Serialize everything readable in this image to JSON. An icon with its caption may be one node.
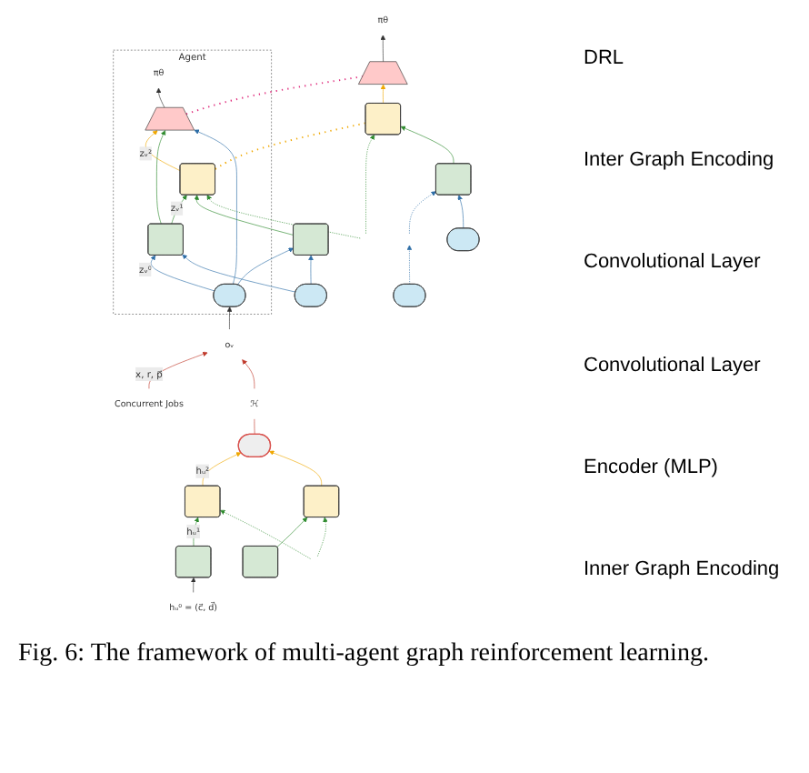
{
  "diagram": {
    "caption": "Fig. 6: The framework of multi-agent graph reinforcement learning.",
    "nodes": [
      {
        "text": [
          "Agent"
        ]
      },
      {
        "text": [
          "πθ"
        ],
        "in": 0
      },
      {
        "text": [],
        "shape": "trapezoid",
        "in": 0
      },
      {
        "text": [],
        "shape": "box",
        "in": 0
      },
      {
        "text": [],
        "shape": "box",
        "in": 0
      },
      {
        "text": [],
        "shape": "circle",
        "in": 0
      },
      {
        "text": [
          "oᵥ"
        ]
      },
      {
        "text": [
          "πθ"
        ]
      },
      {
        "text": [],
        "shape": "trapezoid"
      },
      {
        "text": [],
        "shape": "box"
      },
      {
        "text": [],
        "shape": "box"
      },
      {
        "text": [],
        "shape": "box"
      },
      {
        "text": [],
        "shape": "circle"
      },
      {
        "text": [],
        "shape": "circle"
      },
      {
        "text": [],
        "shape": "circle"
      },
      {
        "text": [
          "Concurrent Jobs"
        ]
      },
      {
        "text": [
          "ℋ"
        ]
      },
      {
        "text": [],
        "shape": "bar"
      },
      {
        "text": [],
        "shape": "box"
      },
      {
        "text": [],
        "shape": "box"
      },
      {
        "text": [],
        "shape": "box"
      },
      {
        "text": [],
        "shape": "box"
      },
      {
        "text": [
          "hᵤ⁰ = (c⃗, d⃗)"
        ]
      }
    ],
    "edges": [
      {
        "from": 2,
        "to": 1,
        "arrow": "to"
      },
      {
        "from": 8,
        "to": 7,
        "arrow": "to"
      },
      {
        "from": 3,
        "to": 2,
        "arrow": "to",
        "label": "zᵥ²",
        "color": "#f0a800"
      },
      {
        "from": 9,
        "to": 8,
        "arrow": "to",
        "color": "#f0a800"
      },
      {
        "from": 4,
        "to": 3,
        "arrow": "to",
        "label": "zᵥ¹",
        "color": "#2e8b2e"
      },
      {
        "from": 10,
        "to": 3,
        "arrow": "to",
        "color": "#2e8b2e"
      },
      {
        "from": null,
        "to": 3,
        "arrow": "to",
        "style": "dashed",
        "color": "#2e8b2e"
      },
      {
        "from": null,
        "to": 9,
        "arrow": "to",
        "style": "dashed",
        "color": "#2e8b2e"
      },
      {
        "from": 11,
        "to": 9,
        "arrow": "to",
        "color": "#2e8b2e"
      },
      {
        "from": 4,
        "to": 2,
        "arrow": "to",
        "color": "#2e8b2e"
      },
      {
        "from": 5,
        "to": 2,
        "arrow": "to",
        "color": "#2f6fa8"
      },
      {
        "from": 5,
        "to": 4,
        "arrow": "to",
        "label": "zᵥ⁰",
        "color": "#2f6fa8"
      },
      {
        "from": 5,
        "to": 10,
        "arrow": "to",
        "color": "#2f6fa8"
      },
      {
        "from": 12,
        "to": 4,
        "arrow": "to",
        "color": "#2f6fa8"
      },
      {
        "from": 12,
        "to": 10,
        "arrow": "to",
        "color": "#2f6fa8"
      },
      {
        "from": 13,
        "to": null,
        "arrow": "to",
        "style": "dashed",
        "color": "#2f6fa8"
      },
      {
        "from": null,
        "to": 11,
        "arrow": "to",
        "style": "dashed",
        "color": "#2f6fa8"
      },
      {
        "from": 14,
        "to": 11,
        "arrow": "to",
        "color": "#2f6fa8"
      },
      {
        "from": 6,
        "to": 5,
        "arrow": "to"
      },
      {
        "from": 15,
        "to": 6,
        "arrow": "to",
        "label": "x, r, p⃗",
        "color": "#c0392b"
      },
      {
        "from": 16,
        "to": 6,
        "arrow": "to",
        "color": "#c0392b"
      },
      {
        "from": 17,
        "to": 16,
        "arrow": "none",
        "color": "#c0392b"
      },
      {
        "from": 18,
        "to": 17,
        "arrow": "to",
        "label": "hᵤ²",
        "color": "#f0a800"
      },
      {
        "from": 19,
        "to": 17,
        "arrow": "to",
        "color": "#f0a800"
      },
      {
        "from": 20,
        "to": 18,
        "arrow": "to",
        "label": "hᵤ¹",
        "color": "#2e8b2e"
      },
      {
        "from": 21,
        "to": 19,
        "arrow": "to",
        "color": "#2e8b2e"
      },
      {
        "from": null,
        "to": 18,
        "arrow": "to",
        "style": "dashed",
        "color": "#2e8b2e"
      },
      {
        "from": null,
        "to": 19,
        "arrow": "to",
        "style": "dashed",
        "color": "#2e8b2e"
      },
      {
        "from": 22,
        "to": 20,
        "arrow": "to"
      },
      {
        "from": 2,
        "to": 8,
        "arrow": "none",
        "style": "dashed",
        "color": "#e0307f"
      },
      {
        "from": 3,
        "to": 9,
        "arrow": "none",
        "style": "dashed",
        "color": "#f0a800"
      }
    ],
    "labels": [
      "DRL",
      "Inter Graph Encoding",
      "Convolutional Layer",
      "Convolutional Layer",
      "Encoder (MLP)",
      "Inner Graph Encoding"
    ]
  }
}
